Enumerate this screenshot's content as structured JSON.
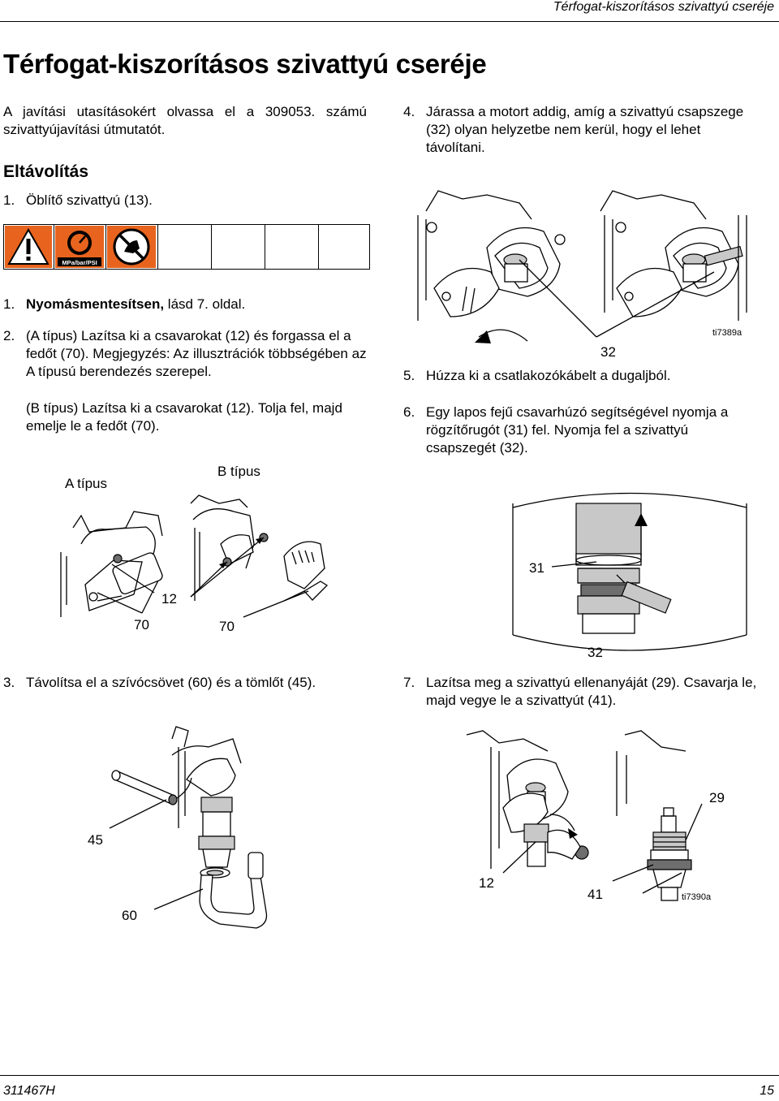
{
  "header": {
    "running_title": "Térfogat-kiszorításos szivattyú cseréje"
  },
  "title": "Térfogat-kiszorításos szivattyú cseréje",
  "intro": "A javítási utasításokért olvassa el a 309053. számú szivattyújavítási útmutatót.",
  "removal_heading": "Eltávolítás",
  "steps": {
    "s1": {
      "num": "1.",
      "text": "Öblítő szivattyú (13)."
    },
    "s1b": {
      "num": "1.",
      "bold": "Nyomásmentesítsen,",
      "text": " lásd 7. oldal."
    },
    "s2": {
      "num": "2.",
      "text": "(A típus) Lazítsa ki a csavarokat (12) és forgassa el a fedőt (70). Megjegyzés: Az illusztrációk többségében az A típusú berendezés szerepel."
    },
    "s2b": {
      "text": "(B típus) Lazítsa ki a csavarokat (12). Tolja fel, majd emelje le a fedőt (70)."
    },
    "s3": {
      "num": "3.",
      "text": "Távolítsa el a szívócsövet (60) és a tömlőt (45)."
    },
    "s4": {
      "num": "4.",
      "text": "Járassa a motort addig, amíg a szivattyú csapszege (32) olyan helyzetbe nem kerül, hogy el lehet távolítani."
    },
    "s5": {
      "num": "5.",
      "text": "Húzza ki a csatlakozókábelt a dugaljból."
    },
    "s6": {
      "num": "6.",
      "text": "Egy lapos fejű csavarhúzó segítségével nyomja a rögzítőrugót (31) fel. Nyomja fel a szivattyú csapszegét (32)."
    },
    "s7": {
      "num": "7.",
      "text": "Lazítsa meg a szivattyú ellenanyáját (29). Csavarja le, majd vegye le a szivattyút (41)."
    }
  },
  "warning": {
    "pressure_label": "MPa/bar/PSI",
    "icons": [
      "warning-triangle-icon",
      "pressure-gauge-icon",
      "no-hand-spray-icon"
    ]
  },
  "figures": {
    "type_a_label": "A típus",
    "type_b_label": "B típus",
    "cover": {
      "c12": "12",
      "c70a": "70",
      "c70b": "70"
    },
    "pin": {
      "c32": "32",
      "code": "ti7389a"
    },
    "spring": {
      "c31": "31",
      "c32": "32"
    },
    "suction": {
      "c45": "45",
      "c60": "60"
    },
    "pump": {
      "c29": "29",
      "c12": "12",
      "c41": "41",
      "code": "ti7390a"
    }
  },
  "footer": {
    "doc_number": "311467H",
    "page": "15"
  }
}
